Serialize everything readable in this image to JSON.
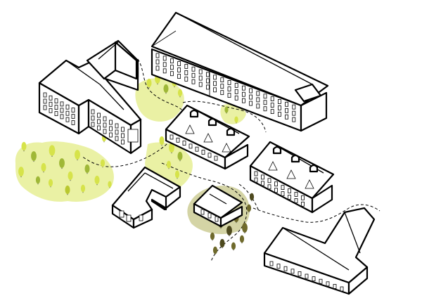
{
  "palette": {
    "green_wash": "#e8ef9a",
    "green_wash_dark": "#d9e57a",
    "yellow_tree": "#d6e34a",
    "yellow_tree_dark": "#b9c82f",
    "green_tree": "#9fb837",
    "olive_tree": "#6f6a2c",
    "olive_tree_dark": "#4e4a1f",
    "olive_wash": "#c9c98e",
    "line": "#000000"
  },
  "diagram": {
    "buildings": [
      {
        "id": "building-long-north"
      },
      {
        "id": "building-l-shaped-northwest"
      },
      {
        "id": "building-central-dormer"
      },
      {
        "id": "building-east-dormer"
      },
      {
        "id": "building-small-l-south"
      },
      {
        "id": "building-small-square"
      },
      {
        "id": "building-l-shaped-southeast"
      }
    ],
    "tree_groups": [
      {
        "id": "trees-west",
        "color_key": "yellow_tree"
      },
      {
        "id": "trees-central",
        "color_key": "yellow_tree"
      },
      {
        "id": "trees-south-olive",
        "color_key": "olive_tree"
      }
    ],
    "paths": [
      "dashed-path-1",
      "dashed-path-2",
      "dashed-path-3",
      "dashed-path-4"
    ]
  }
}
